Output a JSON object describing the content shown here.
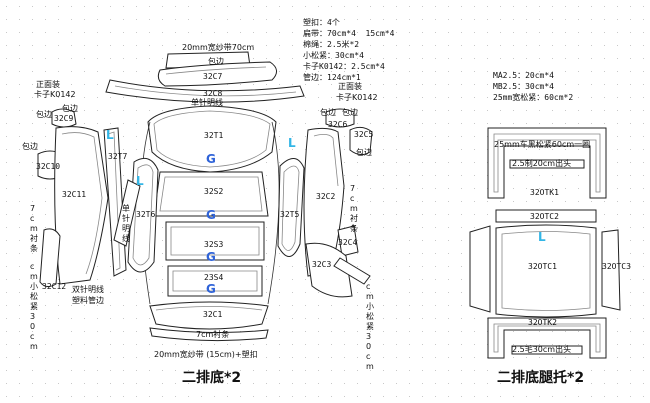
{
  "notes_top": {
    "l1": "塑扣：4个",
    "l2": "扁带：70cm*4  15cm*4",
    "l3": "棉绳：2.5米*2",
    "l4": "小松紧：30cm*4",
    "l5": "卡子K0142：2.5cm*4",
    "l6": "管边：124cm*1"
  },
  "notes_right": {
    "l1": "MA2.5：20cm*4",
    "l2": "MB2.5：30cm*4",
    "l3": "25mm宽松紧：60cm*2"
  },
  "labels": {
    "tape_top": "20mm宽纱带70cm",
    "wrap": "包边",
    "zhengmian_l": "正面装",
    "kazi_l": "卡子K0142",
    "zhengmian_r": "正面装",
    "kazi_r": "卡子K0142",
    "single_stitch": "单针明线",
    "single_stitch_v": "单针明线",
    "double_stitch_1": "双针明线",
    "double_stitch_2": "塑料管边",
    "strip_7cm_l": "7cm衬条",
    "elastic_l": "cm小松紧30cm",
    "strip_7cm_r": "7cm衬条",
    "elastic_r": "cm小松紧30cm",
    "bottom_strip": "7cm衬条",
    "tape_bottom": "20mm宽纱带 (15cm)+塑扣",
    "elastic_60": "25mm车黑松紧60cm一圈",
    "strip20": "2.5制20cm出头",
    "strip30": "2.5毛30cm出头",
    "title_left": "二排底*2",
    "title_right": "二排底腿托*2"
  },
  "codes": {
    "c7": "32C7",
    "c8": "32C8",
    "c9": "32C9",
    "c10": "32C10",
    "c11": "32C11",
    "c12": "32C12",
    "t7": "32T7",
    "t6": "32T6",
    "t1": "32T1",
    "s2": "32S2",
    "s3": "32S3",
    "s4": "23S4",
    "c1": "32C1",
    "t5": "32T5",
    "c6": "32C6",
    "c5": "32C5",
    "c2": "32C2",
    "c4": "32C4",
    "c3": "32C3",
    "tk1": "32OTK1",
    "tc2": "32OTC2",
    "tc1": "32OTC1",
    "tc3": "32OTC3",
    "tk2": "32OTK2"
  },
  "marks": {
    "g": "G",
    "l": "L"
  },
  "colors": {
    "blue_mark": "#2f63d8",
    "cyan_mark": "#33b6e6",
    "outline": "#222222"
  }
}
